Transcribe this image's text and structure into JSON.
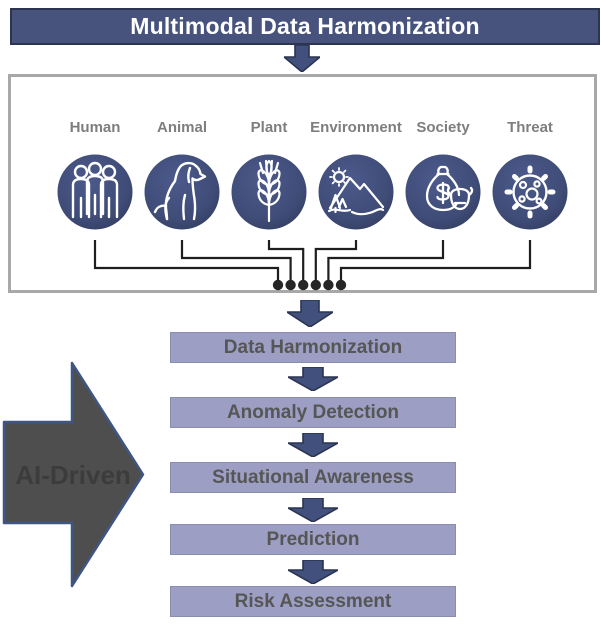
{
  "title": "Multimodal Data Harmonization",
  "sources_panel": {
    "dot_count": 6,
    "items": [
      {
        "label": "Human",
        "icon": "people-icon"
      },
      {
        "label": "Animal",
        "icon": "dog-icon"
      },
      {
        "label": "Plant",
        "icon": "wheat-icon"
      },
      {
        "label": "Environment",
        "icon": "sun-mountain-icon"
      },
      {
        "label": "Society",
        "icon": "money-bag-cow-icon",
        "extra_icon": "snowflake-icon"
      },
      {
        "label": "Threat",
        "icon": "virus-icon"
      }
    ]
  },
  "pipeline": [
    "Data Harmonization",
    "Anomaly Detection",
    "Situational Awareness",
    "Prediction",
    "Risk Assessment"
  ],
  "side_arrow_label": "AI-Driven",
  "colors": {
    "banner_bg": "#47537D",
    "banner_border": "#2B3551",
    "banner_text": "#FFFFFF",
    "hex_circle_fill": "#414E7B",
    "hex_outline": "#FFFFFF",
    "source_label_text": "#7E7E7E",
    "panel_border": "#A8A8A8",
    "connector_line": "#1E1E1E",
    "flow_arrow_fill": "#41507C",
    "flow_arrow_border": "#2B3550",
    "pipeline_box_fill": "#9C9EC3",
    "pipeline_text": "#565656",
    "ai_arrow_fill": "#4E4E4E",
    "ai_arrow_border": "#3E5684",
    "ai_arrow_text": "#3C3C3C"
  }
}
